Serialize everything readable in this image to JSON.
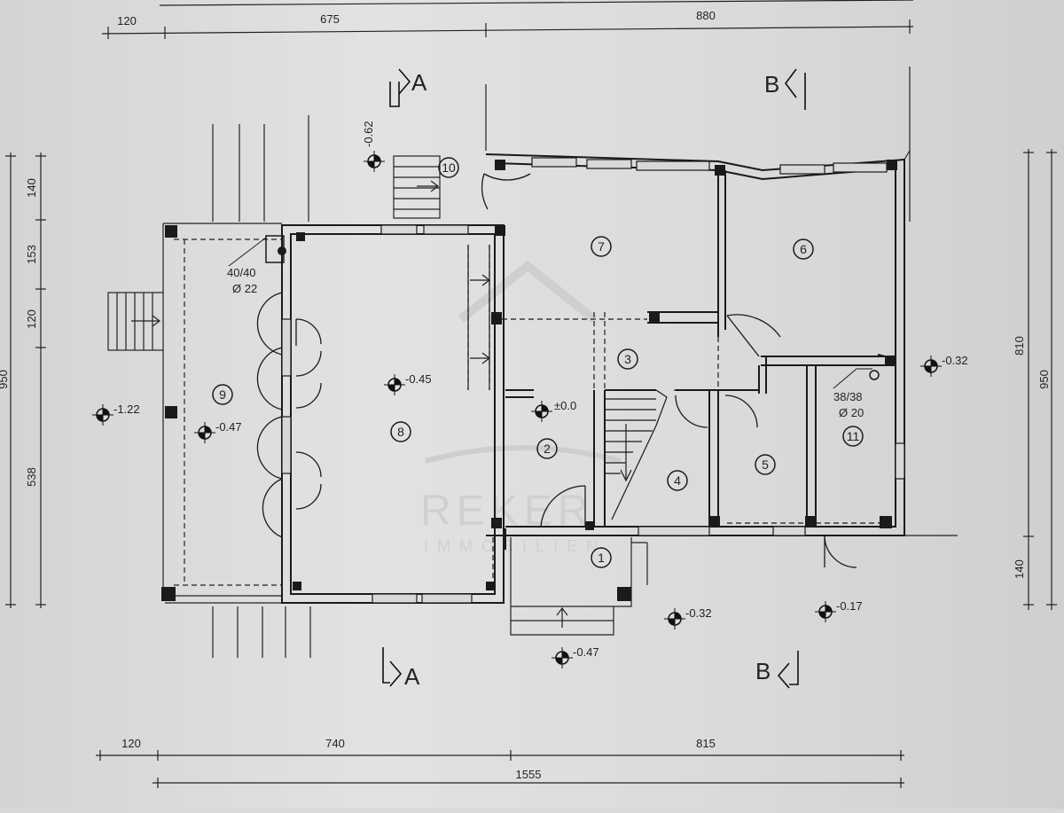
{
  "dims": {
    "top": [
      "120",
      "675",
      "880"
    ],
    "bottom": [
      "120",
      "740",
      "815"
    ],
    "bottom_total": "1555",
    "left": [
      "140",
      "153",
      "120",
      "538"
    ],
    "left_total": "950",
    "right": [
      "810",
      "140"
    ],
    "right_total": "950"
  },
  "rooms": [
    "1",
    "2",
    "3",
    "4",
    "5",
    "6",
    "7",
    "8",
    "9",
    "10",
    "11"
  ],
  "levels": {
    "l1": "-0.62",
    "l2": "-0.45",
    "l3": "±0.0",
    "l4": "-1.22",
    "l5": "-0.47",
    "l6": "-0.32",
    "l7": "-0.32",
    "l8": "-0.17",
    "l9": "-0.47"
  },
  "sections": {
    "a_top": "A",
    "a_bottom": "A",
    "b_top": "B",
    "b_bottom": "B"
  },
  "columns": {
    "c1_size": "40/40",
    "c1_dia": "Ø 22",
    "c2_size": "38/38",
    "c2_dia": "Ø 20"
  },
  "watermark": {
    "brand": "REKER",
    "sub": "IMMOBILIEN"
  }
}
